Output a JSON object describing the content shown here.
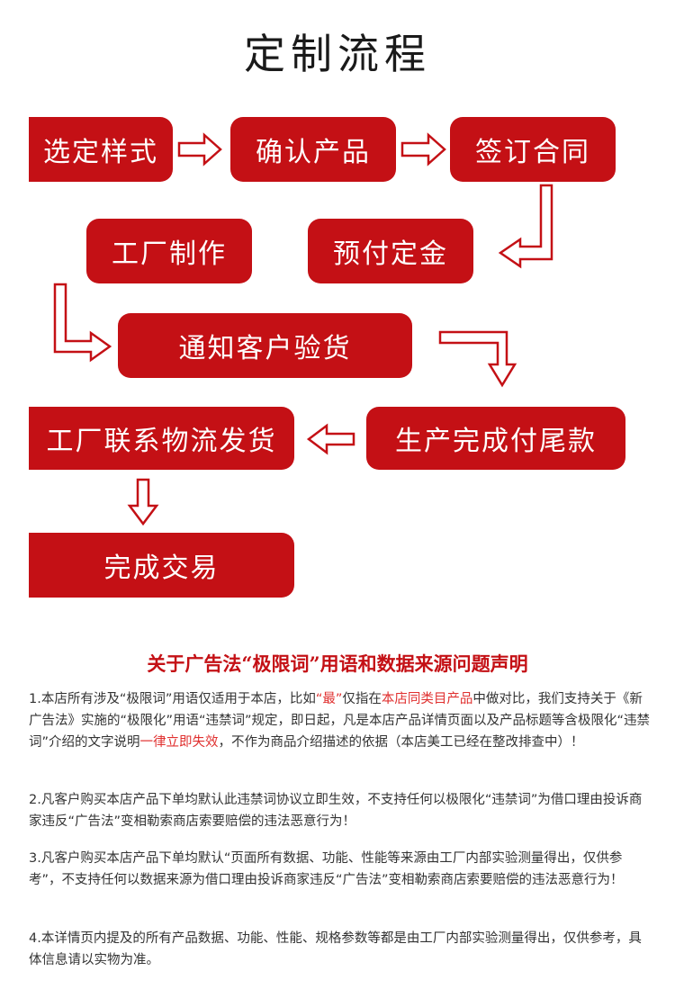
{
  "title": "定制流程",
  "steps": {
    "select_style": "选定样式",
    "confirm_product": "确认产品",
    "sign_contract": "签订合同",
    "deposit": "预付定金",
    "factory_make": "工厂制作",
    "notify_inspect": "通知客户验货",
    "final_payment": "生产完成付尾款",
    "ship": "工厂联系物流发货",
    "complete": "完成交易"
  },
  "notice": {
    "title": "关于广告法“极限词”用语和数据来源问题声明",
    "p1": {
      "a": "1.本店所有涉及“极限词”用语仅适用于本店，比如",
      "h1": "“最”",
      "b": "仅指在",
      "h2": "本店同类目产品",
      "c": "中做对比，我们支持关于《新广告法》实施的“极限化”用语“违禁词”规定，即日起，凡是本店产品详情页面以及产品标题等含极限化“违禁词”介绍的文字说明",
      "h3": "一律立即失效",
      "d": "，不作为商品介绍描述的依据（本店美工已经在整改排查中）！"
    },
    "p2": "2.凡客户购买本店产品下单均默认此违禁词协议立即生效，不支持任何以极限化“违禁词”为借口理由投诉商家违反“广告法”变相勒索商店索要赔偿的违法恶意行为！",
    "p3": "3.凡客户购买本店产品下单均默认“页面所有数据、功能、性能等来源由工厂内部实验测量得出，仅供参考”，不支持任何以数据来源为借口理由投诉商家违反“广告法”变相勒索商店索要赔偿的违法恶意行为！",
    "p4": "4.本详情页内提及的所有产品数据、功能、性能、规格参数等都是由工厂内部实验测量得出，仅供参考，具体信息请以实物为准。"
  },
  "colors": {
    "accent": "#c41015",
    "highlight": "#e0302f"
  }
}
